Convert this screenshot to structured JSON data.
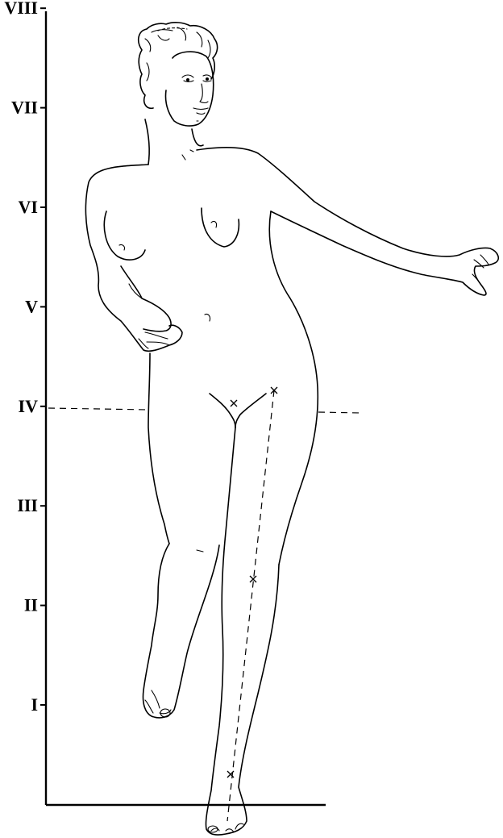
{
  "scale": {
    "labels": [
      "I",
      "II",
      "III",
      "IV",
      "V",
      "VI",
      "VII",
      "VIII"
    ]
  }
}
